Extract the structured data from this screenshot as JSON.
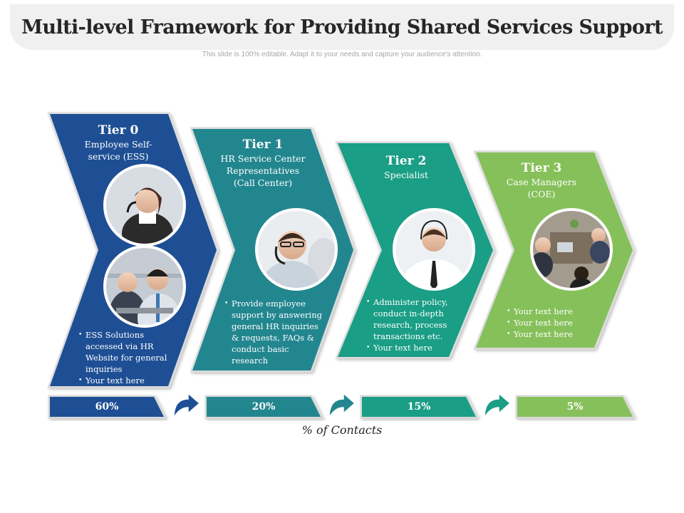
{
  "title": "Multi-level Framework for Providing Shared Services Support",
  "subtitle": "This slide is 100% editable. Adapt it to your needs and capture your audience's attention.",
  "colors": {
    "tier0": "#1e4f94",
    "tier1": "#22868f",
    "tier2": "#1a9e85",
    "tier3": "#86c05a"
  },
  "tiers": [
    {
      "name": "Tier 0",
      "role": [
        "Employee Self-",
        "service (ESS)"
      ],
      "bullets": [
        "ESS Solutions accessed via HR Website for general inquiries",
        "Your text here"
      ],
      "percent": "60%",
      "photos": [
        "call-center-agent-photo",
        "office-workers-photo"
      ]
    },
    {
      "name": "Tier 1",
      "role": [
        "HR Service Center",
        "Representatives",
        "(Call Center)"
      ],
      "bullets": [
        "Provide employee support by answering general HR inquiries & requests, FAQs & conduct basic research"
      ],
      "percent": "20%",
      "photos": [
        "headset-team-photo"
      ]
    },
    {
      "name": "Tier 2",
      "role": [
        "Specialist"
      ],
      "bullets": [
        "Administer policy, conduct in-depth research, process transactions etc.",
        "Your text here"
      ],
      "percent": "15%",
      "photos": [
        "specialist-headset-photo"
      ]
    },
    {
      "name": "Tier 3",
      "role": [
        "Case Managers",
        "(COE)"
      ],
      "bullets": [
        "Your text here",
        "Your text here",
        "Your text here"
      ],
      "percent": "5%",
      "photos": [
        "team-meeting-photo"
      ]
    }
  ],
  "contacts_label": "% of Contacts"
}
